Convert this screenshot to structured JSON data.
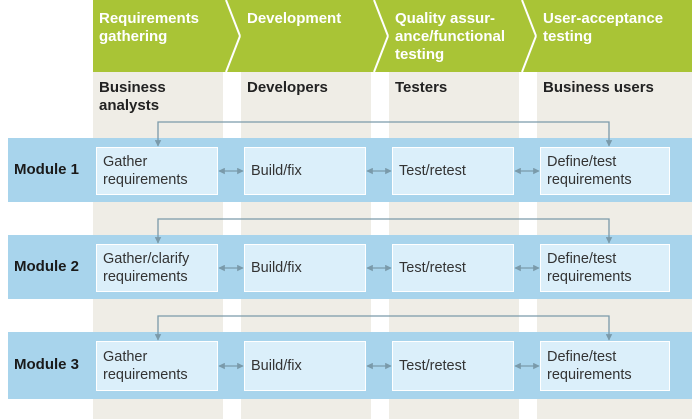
{
  "colors": {
    "chevron": "#a9c436",
    "column": "#efede6",
    "band": "#a8d4ec",
    "cell": "#dbeffa",
    "connector": "#7a9aaa"
  },
  "phases": [
    {
      "label": "Requirements\ngathering"
    },
    {
      "label": "Development"
    },
    {
      "label": "Quality assur-\nance/functional\ntesting"
    },
    {
      "label": "User-acceptance\ntesting"
    }
  ],
  "roles": [
    {
      "label": "Business\nanalysts"
    },
    {
      "label": "Developers"
    },
    {
      "label": "Testers"
    },
    {
      "label": "Business users"
    }
  ],
  "modules": [
    {
      "label": "Module 1",
      "cells": [
        "Gather\nrequirements",
        "Build/fix",
        "Test/retest",
        "Define/test\nrequirements"
      ]
    },
    {
      "label": "Module 2",
      "cells": [
        "Gather/clarify\nrequirements",
        "Build/fix",
        "Test/retest",
        "Define/test\nrequirements"
      ]
    },
    {
      "label": "Module 3",
      "cells": [
        "Gather\nrequirements",
        "Build/fix",
        "Test/retest",
        "Define/test\nrequirements"
      ]
    }
  ]
}
